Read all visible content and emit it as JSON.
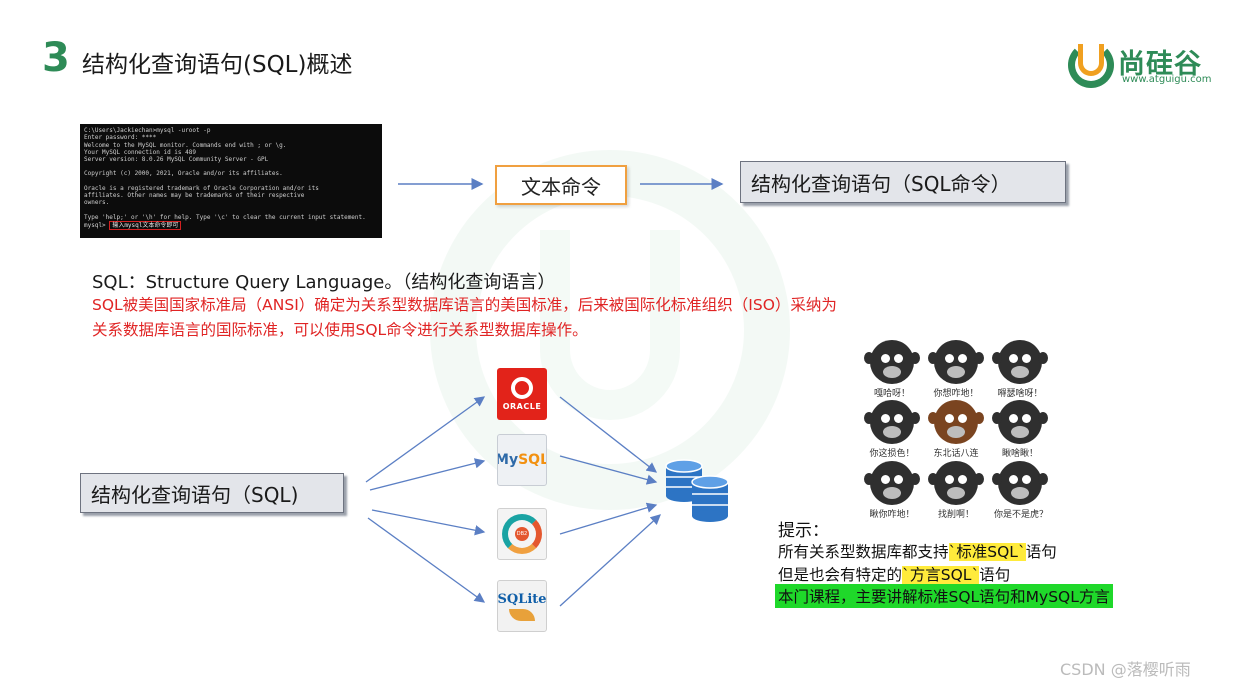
{
  "header": {
    "number": "3",
    "title": "结构化查询语句(SQL)概述"
  },
  "logo": {
    "name": "尚硅谷",
    "url": "www.atguigu.com"
  },
  "terminal": {
    "lines": [
      "C:\\Users\\Jackiechan>mysql -uroot -p",
      "Enter password: ****",
      "Welcome to the MySQL monitor.  Commands end with ; or \\g.",
      "Your MySQL connection id is 489",
      "Server version: 8.0.26 MySQL Community Server - GPL",
      "",
      "Copyright (c) 2000, 2021, Oracle and/or its affiliates.",
      "",
      "Oracle is a registered trademark of Oracle Corporation and/or its",
      "affiliates. Other names may be trademarks of their respective",
      "owners.",
      "",
      "Type 'help;' or '\\h' for help. Type '\\c' to clear the current input statement."
    ],
    "prompt": "mysql>",
    "input_hint": "输入mysql文本命令即可"
  },
  "flow": {
    "text_command": "文本命令",
    "sql_command": "结构化查询语句（SQL命令）"
  },
  "definition": {
    "line": "SQL：Structure Query Language。（结构化查询语言）",
    "red_line_1": "SQL被美国国家标准局（ANSI）确定为关系型数据库语言的美国标准，后来被国际化标准组织（ISO）采纳为",
    "red_line_2": "关系数据库语言的国际标准，可以使用SQL命令进行关系型数据库操作。"
  },
  "sql_box": "结构化查询语句（SQL)",
  "databases": {
    "oracle": "ORACLE",
    "mysql_my": "My",
    "mysql_sql": "SQL",
    "db2": "DB2",
    "sqlite": "SQLite"
  },
  "monkeys": [
    {
      "caption": "嘎哈呀！",
      "color": "dark"
    },
    {
      "caption": "你想咋地！",
      "color": "dark"
    },
    {
      "caption": "嘚瑟啥呀！",
      "color": "dark"
    },
    {
      "caption": "你这损色！",
      "color": "dark"
    },
    {
      "caption": "东北话八连",
      "color": "brown"
    },
    {
      "caption": "瞅啥瞅！",
      "color": "dark"
    },
    {
      "caption": "瞅你咋地！",
      "color": "dark"
    },
    {
      "caption": "找削啊！",
      "color": "dark"
    },
    {
      "caption": "你是不是虎？",
      "color": "dark"
    }
  ],
  "tips": {
    "title": "提示：",
    "line1_prefix": "所有关系型数据库都支持",
    "line1_highlight": "`标准SQL`",
    "line1_suffix": "语句",
    "line2_prefix": "但是也会有特定的",
    "line2_highlight": "`方言SQL`",
    "line2_suffix": "语句",
    "line3": "本门课程，主要讲解标准SQL语句和MySQL方言"
  },
  "watermark": "CSDN @落樱听雨",
  "colors": {
    "brand_green": "#2e8b57",
    "accent_orange": "#f0a040",
    "red_text": "#e02424",
    "arrow_blue": "#5b7fc4",
    "tip_green": "#1fd82a",
    "tip_yellow": "#ffeb3b"
  }
}
